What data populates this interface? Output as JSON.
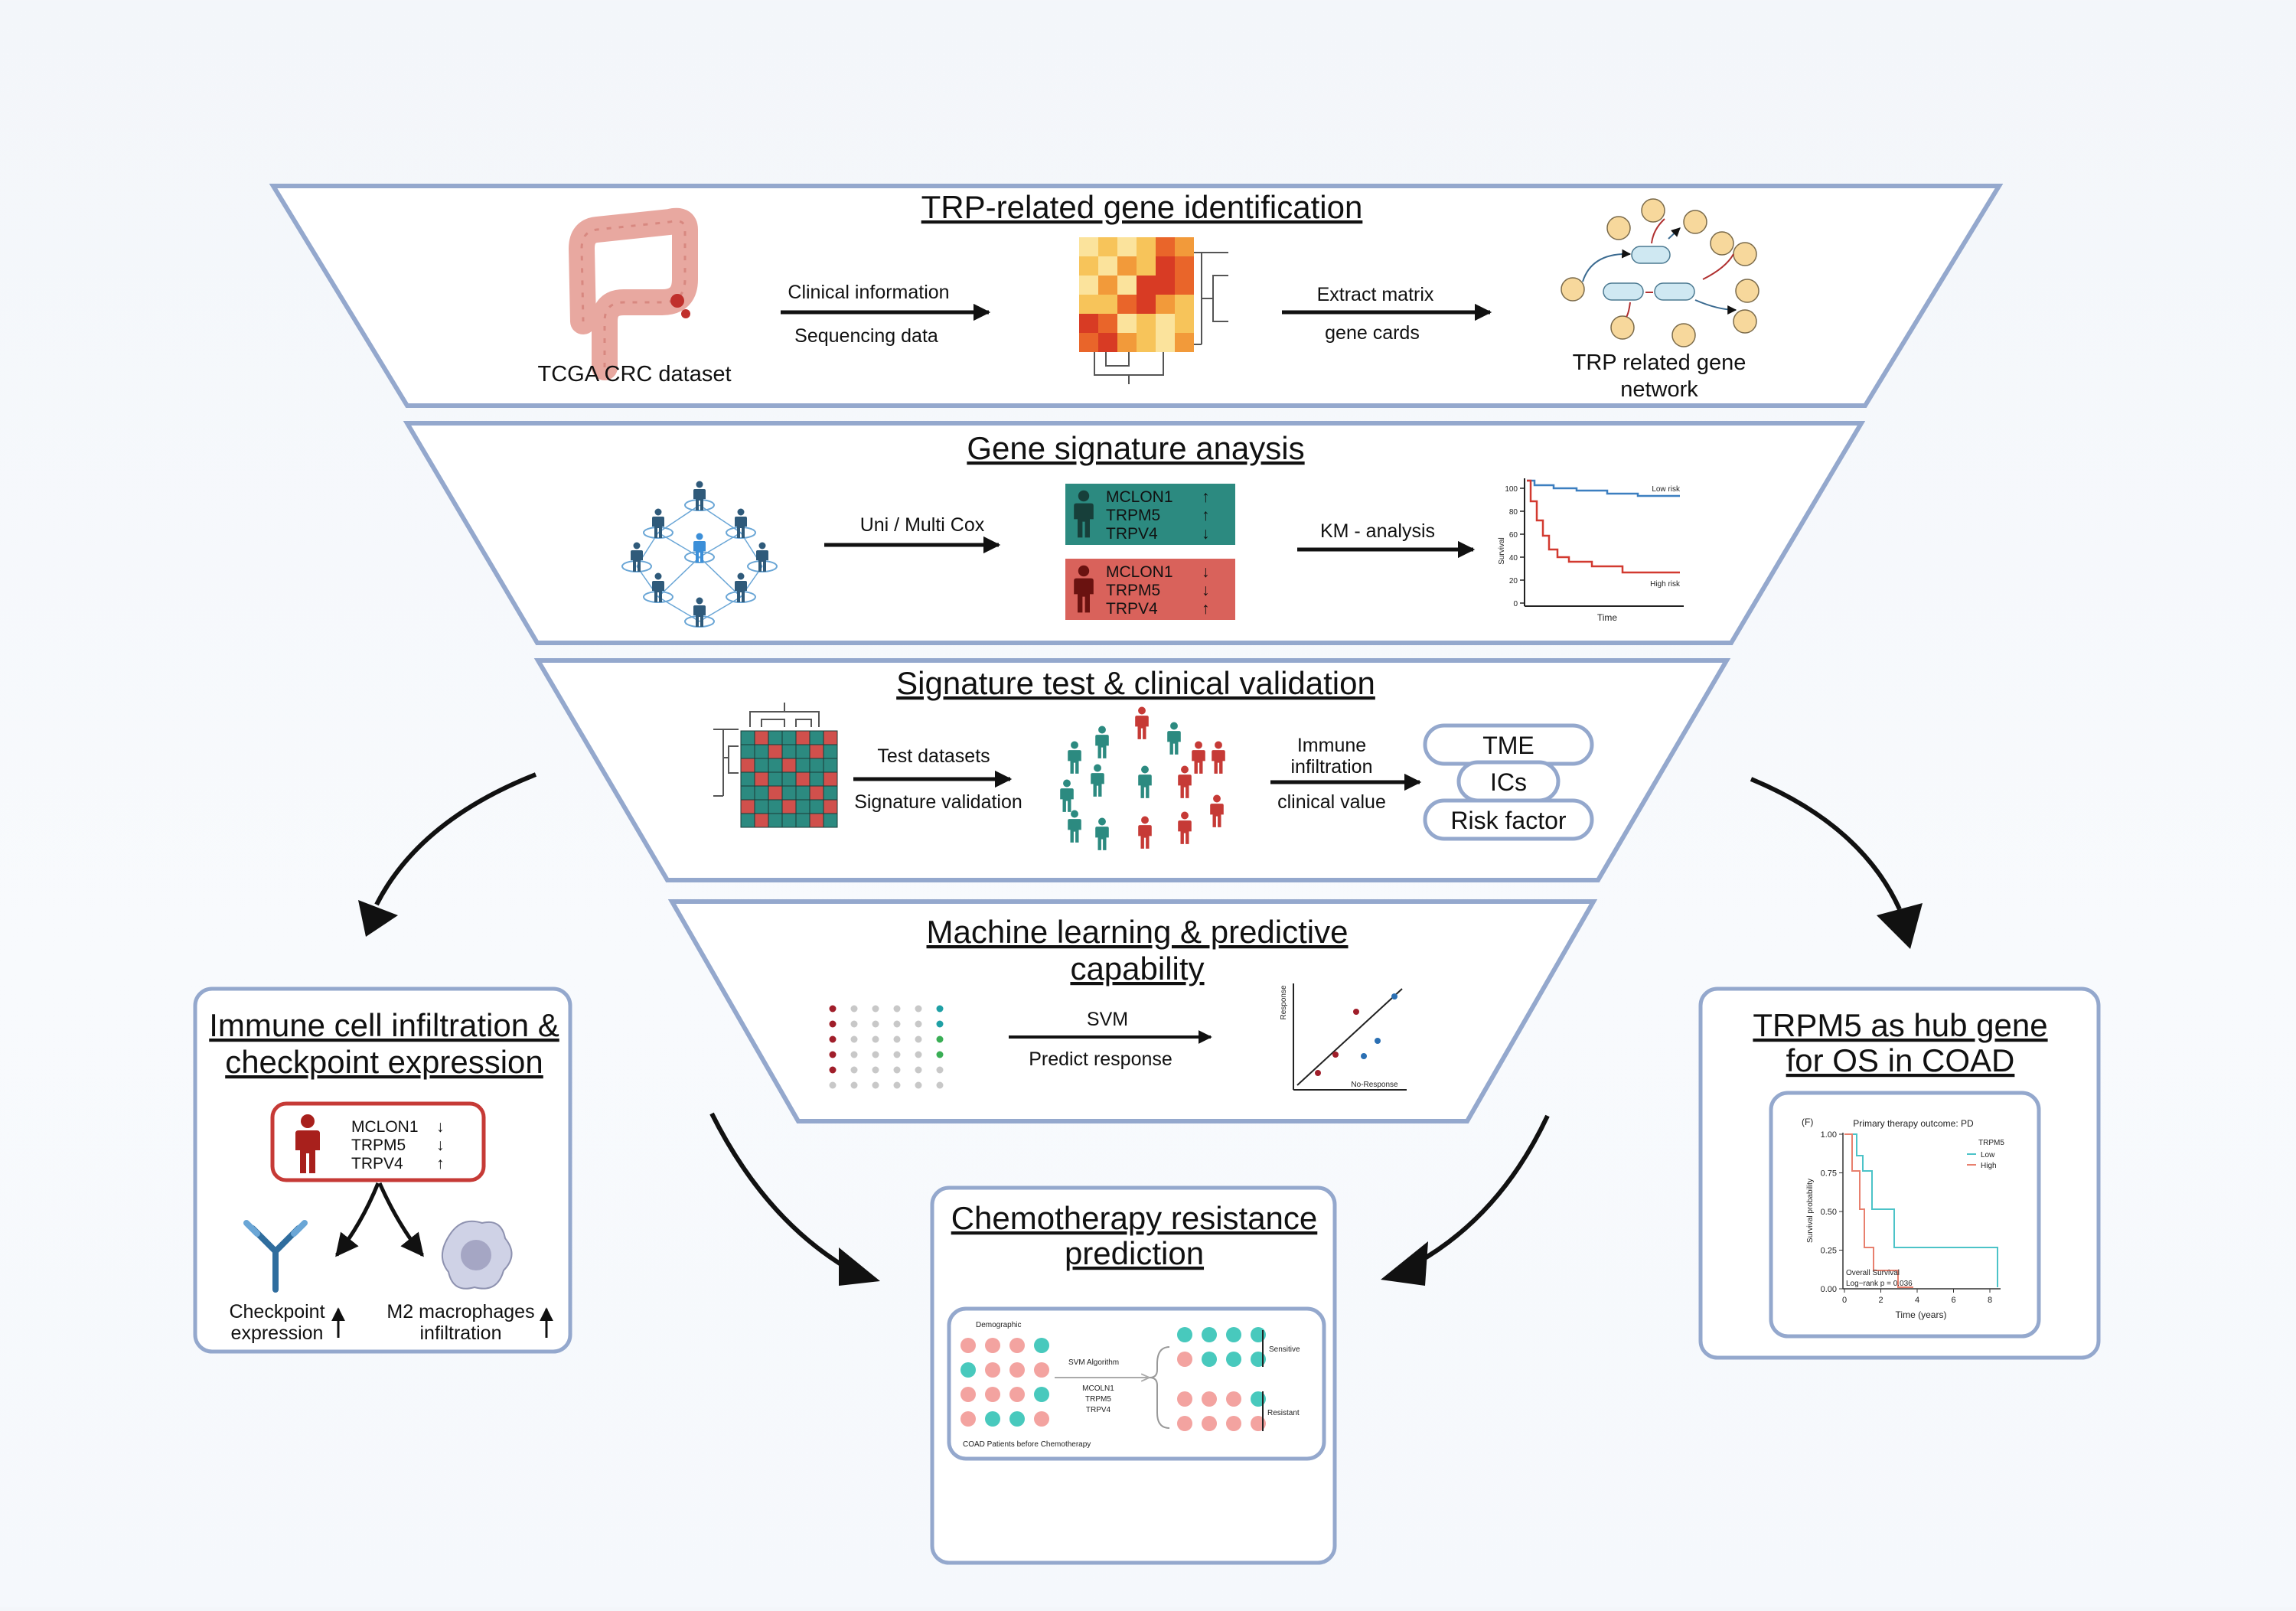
{
  "colors": {
    "frame": "#94a8cd",
    "frame_fill": "#ffffff",
    "teal": "#2c8a80",
    "red": "#c63a36",
    "heat_red": "#e64a2c",
    "heat_yellow": "#fbe39c",
    "cell_teal": "#48c9bd",
    "cell_pink": "#f3a3a0",
    "low_risk": "#3c7fc0",
    "high_risk": "#d23a30"
  },
  "stage1": {
    "title": "TRP-related gene identification",
    "dataset": "TCGA CRC dataset",
    "arrow1_top": "Clinical information",
    "arrow1_bottom": "Sequencing data",
    "arrow2_top": "Extract matrix",
    "arrow2_bottom": "gene cards",
    "network_line1": "TRP related gene",
    "network_line2": "network"
  },
  "stage2": {
    "title": "Gene signature anaysis",
    "arrow1": "Uni / Multi Cox",
    "arrow2": "KM - analysis",
    "genes": [
      "MCLON1",
      "TRPM5",
      "TRPV4"
    ],
    "km": {
      "ylabel": "Survival",
      "xlabel": "Time",
      "low": "Low risk",
      "high": "High risk",
      "yticks": [
        "100",
        "80",
        "60",
        "40",
        "20",
        "0"
      ]
    }
  },
  "stage3": {
    "title": "Signature test & clinical validation",
    "arrow1_top": "Test datasets",
    "arrow1_bottom": "Signature validation",
    "arrow2_top_line1": "Immune",
    "arrow2_top_line2": "infiltration",
    "arrow2_bottom": "clinical value",
    "outcomes": [
      "TME",
      "ICs",
      "Risk factor"
    ]
  },
  "stage4": {
    "title_line1": "Machine learning & predictive ",
    "title_line2": "capability",
    "arrow_top": "SVM",
    "arrow_bottom": "Predict response",
    "scatter_x": "No-Response",
    "scatter_y": "Response"
  },
  "left_panel": {
    "title_line1": "Immune cell infiltration &",
    "title_line2": "checkpoint expression",
    "genes": [
      "MCLON1",
      "TRPM5",
      "TRPV4"
    ],
    "label1_line1": "Checkpoint",
    "label1_line2": "expression",
    "label2_line1": "M2 macrophages",
    "label2_line2": "infiltration"
  },
  "right_panel": {
    "title_line1": "TRPM5 as hub gene ",
    "title_line2": "for OS in COAD",
    "plot_tag": "(F)",
    "plot_title": "Primary therapy outcome: PD",
    "legend_title": "TRPM5",
    "legend_low": "Low",
    "legend_high": "High",
    "ylabel": "Survival probability",
    "xlabel": "Time (years)",
    "stat1": "Overall Survival",
    "stat2": "Log−rank p = 0.036",
    "yticks": [
      "1.00",
      "0.75",
      "0.50",
      "0.25",
      "0.00"
    ],
    "xticks": [
      "0",
      "2",
      "4",
      "6",
      "8"
    ]
  },
  "bottom_panel": {
    "title_line1": "Chemotherapy resistance ",
    "title_line2": "prediction",
    "demographic": "Demographic",
    "patients": "COAD Patients before Chemotherapy",
    "algorithm": "SVM Algorithm",
    "genes": [
      "MCOLN1",
      "TRPM5",
      "TRPV4"
    ],
    "sensitive": "Sensitive",
    "resistant": "Resistant"
  }
}
